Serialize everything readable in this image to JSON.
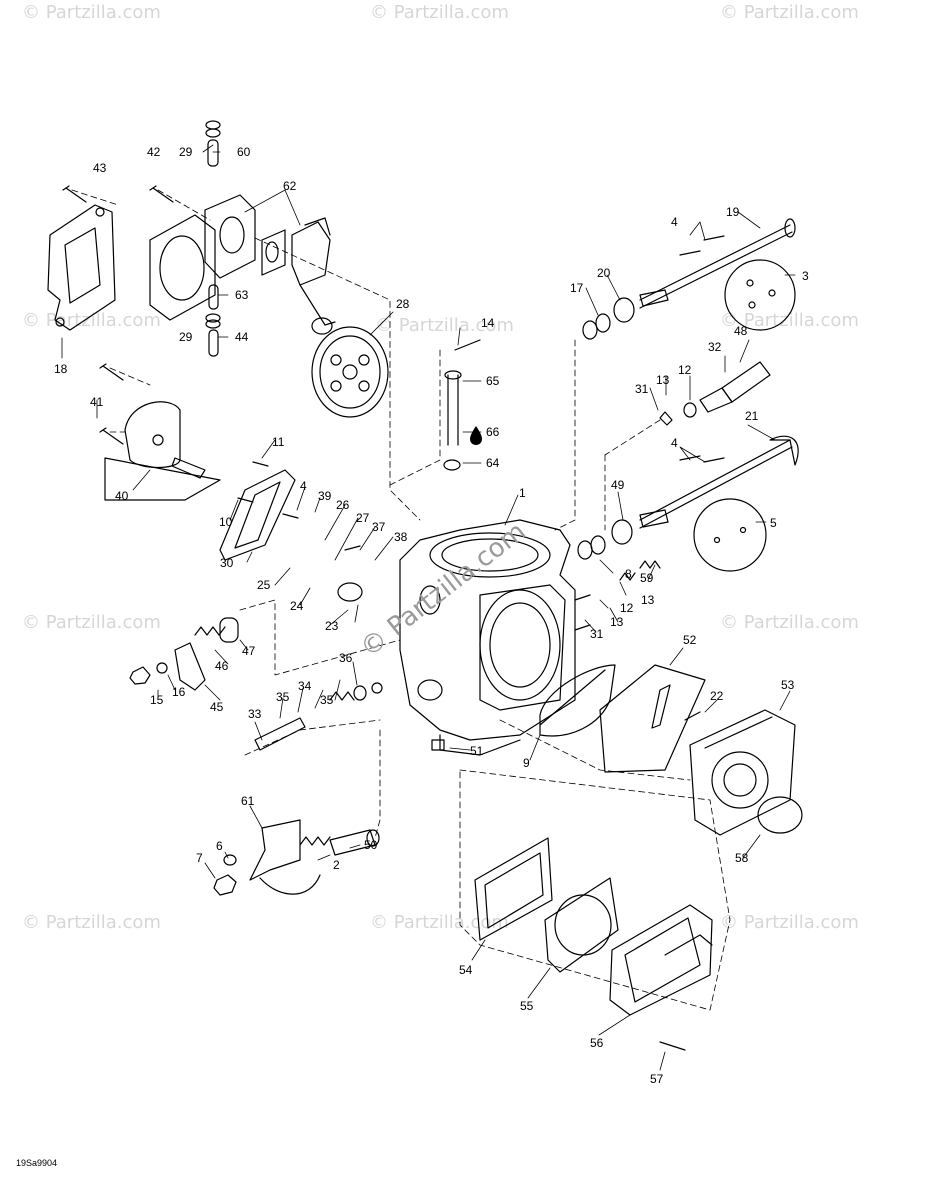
{
  "watermark": "© Partzilla.com",
  "diagram_code": "19Sa9904",
  "callouts": [
    "1",
    "2",
    "3",
    "4",
    "5",
    "6",
    "7",
    "8",
    "9",
    "10",
    "11",
    "12",
    "13",
    "14",
    "15",
    "16",
    "17",
    "18",
    "19",
    "20",
    "21",
    "22",
    "23",
    "24",
    "25",
    "26",
    "27",
    "28",
    "29",
    "30",
    "31",
    "32",
    "33",
    "34",
    "35",
    "36",
    "37",
    "38",
    "39",
    "40",
    "41",
    "42",
    "43",
    "44",
    "45",
    "46",
    "47",
    "48",
    "49",
    "50",
    "51",
    "52",
    "53",
    "54",
    "55",
    "56",
    "57",
    "58",
    "59",
    "60",
    "61",
    "62",
    "63",
    "64",
    "65",
    "66"
  ]
}
